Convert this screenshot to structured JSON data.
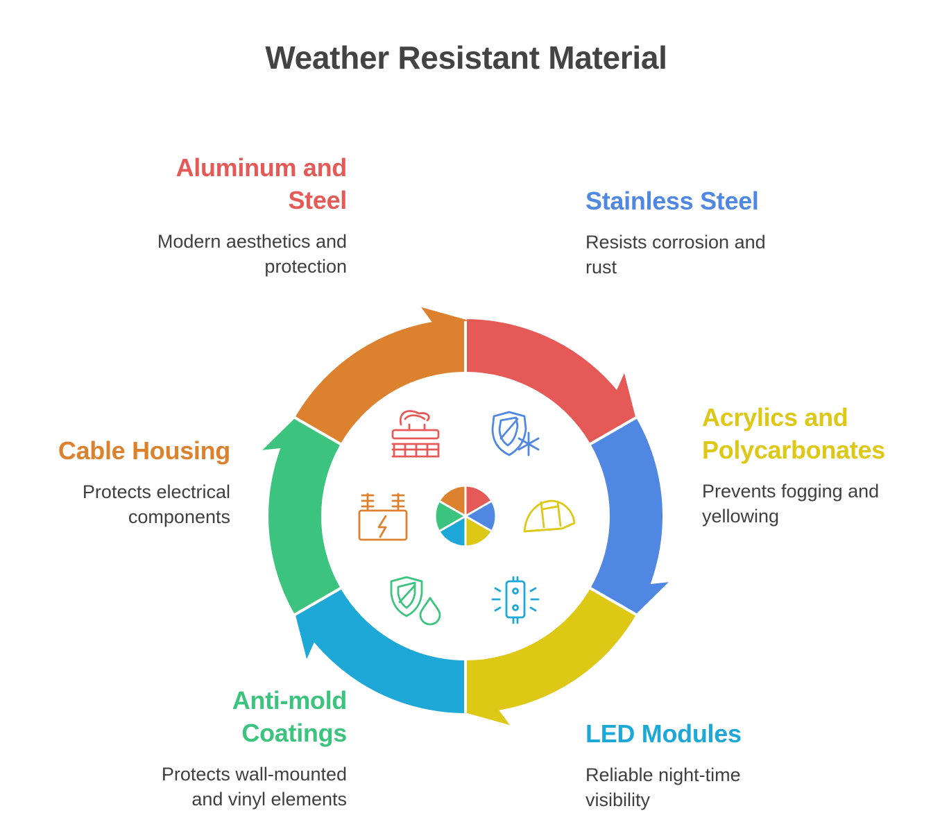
{
  "title": "Weather Resistant Material",
  "segments": [
    {
      "key": "aluminum",
      "heading": "Aluminum and Steel",
      "heading_lines": [
        "Aluminum and",
        "Steel"
      ],
      "description_lines": [
        "Modern aesthetics and",
        "protection"
      ],
      "color": "#E55A56",
      "icon": "hot-tub-jets-icon"
    },
    {
      "key": "stainless",
      "heading": "Stainless Steel",
      "heading_lines": [
        "Stainless Steel"
      ],
      "description_lines": [
        "Resists corrosion and",
        "rust"
      ],
      "color": "#4F87E3",
      "icon": "shield-snowflake-icon"
    },
    {
      "key": "acrylics",
      "heading": "Acrylics and Polycarbonates",
      "heading_lines": [
        "Acrylics and",
        "Polycarbonates"
      ],
      "description_lines": [
        "Prevents fogging and",
        "yellowing"
      ],
      "color": "#DDC816",
      "icon": "hard-hat-icon"
    },
    {
      "key": "led",
      "heading": "LED Modules",
      "heading_lines": [
        "LED Modules"
      ],
      "description_lines": [
        "Reliable night-time",
        "visibility"
      ],
      "color": "#1EA8D8",
      "icon": "led-chip-icon"
    },
    {
      "key": "antimold",
      "heading": "Anti-mold Coatings",
      "heading_lines": [
        "Anti-mold",
        "Coatings"
      ],
      "description_lines": [
        "Protects wall-mounted",
        "and vinyl elements"
      ],
      "color": "#3CC47F",
      "icon": "shield-droplet-icon"
    },
    {
      "key": "cable",
      "heading": "Cable Housing",
      "heading_lines": [
        "Cable Housing"
      ],
      "description_lines": [
        "Protects electrical",
        "components"
      ],
      "color": "#DC822F",
      "icon": "electrical-panel-icon"
    }
  ]
}
